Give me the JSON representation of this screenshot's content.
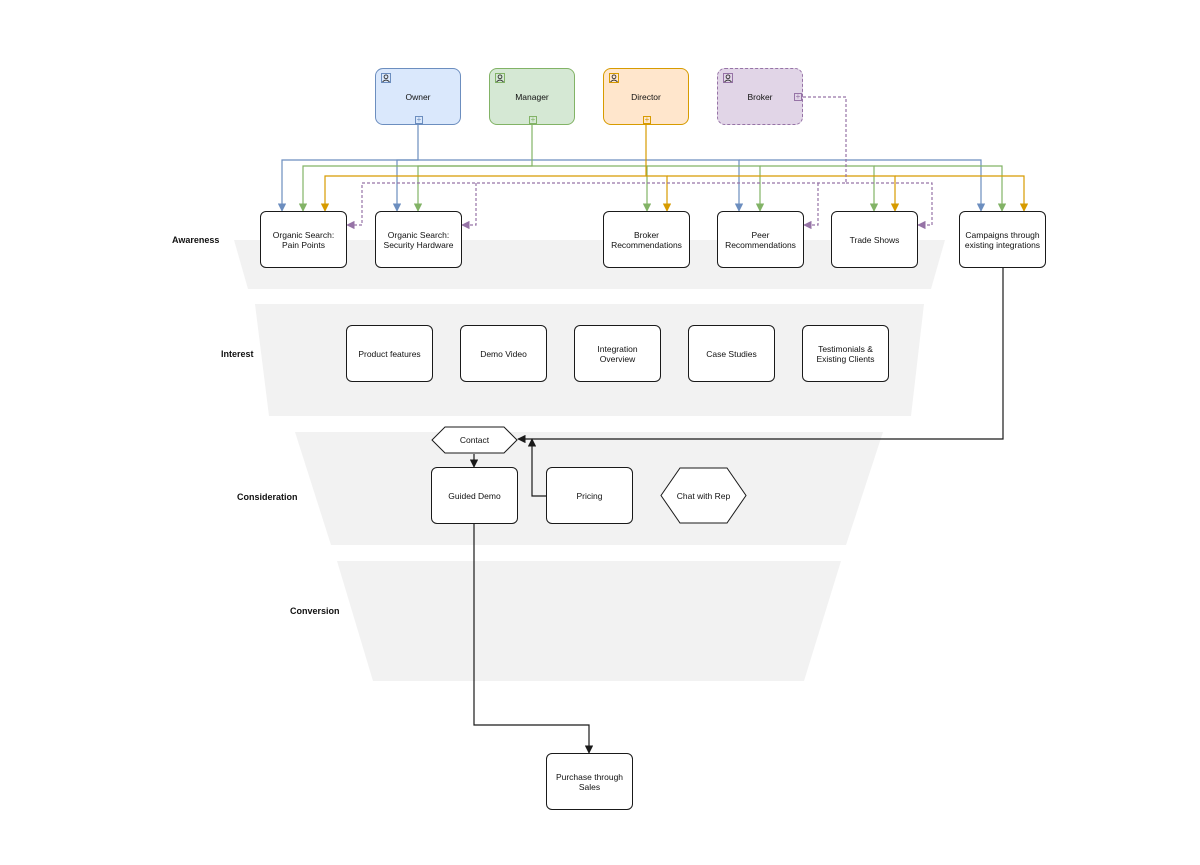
{
  "stages": [
    {
      "id": "awareness",
      "label": "Awareness"
    },
    {
      "id": "interest",
      "label": "Interest"
    },
    {
      "id": "consideration",
      "label": "Consideration"
    },
    {
      "id": "conversion",
      "label": "Conversion"
    }
  ],
  "actors": [
    {
      "id": "owner",
      "label": "Owner",
      "fill": "#dae8fc",
      "stroke": "#6c8ebf",
      "icon": "person-icon"
    },
    {
      "id": "manager",
      "label": "Manager",
      "fill": "#d5e8d4",
      "stroke": "#82b366",
      "icon": "person-icon"
    },
    {
      "id": "director",
      "label": "Director",
      "fill": "#ffe6cc",
      "stroke": "#d79b00",
      "icon": "person-icon"
    },
    {
      "id": "broker",
      "label": "Broker",
      "fill": "#e1d5e7",
      "stroke": "#9673a6",
      "icon": "person-icon",
      "dashed": true
    }
  ],
  "awareness_nodes": [
    {
      "id": "organic-pain",
      "label_lines": [
        "Organic Search:",
        "Pain Points"
      ]
    },
    {
      "id": "organic-hardware",
      "label_lines": [
        "Organic Search:",
        "Security Hardware"
      ]
    },
    {
      "id": "broker-recs",
      "label_lines": [
        "Broker",
        "Recommendations"
      ]
    },
    {
      "id": "peer-recs",
      "label_lines": [
        "Peer",
        "Recommendations"
      ]
    },
    {
      "id": "trade-shows",
      "label_lines": [
        "Trade Shows"
      ]
    },
    {
      "id": "campaigns",
      "label_lines": [
        "Campaigns through",
        "existing integrations"
      ]
    }
  ],
  "interest_nodes": [
    {
      "id": "product-features",
      "label_lines": [
        "Product features"
      ]
    },
    {
      "id": "demo-video",
      "label_lines": [
        "Demo Video"
      ]
    },
    {
      "id": "integration-overview",
      "label_lines": [
        "Integration Overview"
      ]
    },
    {
      "id": "case-studies",
      "label_lines": [
        "Case Studies"
      ]
    },
    {
      "id": "testimonials",
      "label_lines": [
        "Testimonials &",
        "Existing Clients"
      ]
    }
  ],
  "consideration_nodes": [
    {
      "id": "contact",
      "label_lines": [
        "Contact"
      ],
      "shape": "hexagon"
    },
    {
      "id": "guided-demo",
      "label_lines": [
        "Guided Demo"
      ]
    },
    {
      "id": "pricing",
      "label_lines": [
        "Pricing"
      ]
    },
    {
      "id": "chat-rep",
      "label_lines": [
        "Chat with Rep"
      ],
      "shape": "hexagon"
    }
  ],
  "outcome_node": {
    "id": "purchase",
    "label_lines": [
      "Purchase through",
      "Sales"
    ]
  },
  "colors": {
    "band_fill": "#f2f2f2",
    "edge_dark": "#1a1a1a",
    "owner_line": "#6c8ebf",
    "manager_line": "#82b366",
    "director_line": "#d79b00",
    "broker_line": "#9673a6"
  }
}
